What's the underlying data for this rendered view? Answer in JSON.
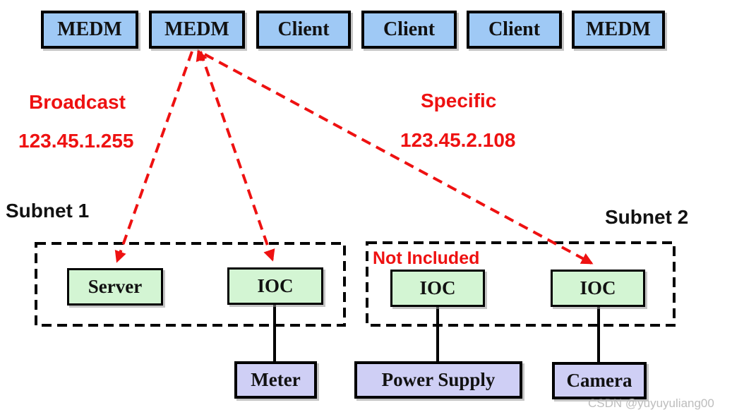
{
  "top_row": {
    "nodes": [
      {
        "label": "MEDM"
      },
      {
        "label": "MEDM"
      },
      {
        "label": "Client"
      },
      {
        "label": "Client"
      },
      {
        "label": "Client"
      },
      {
        "label": "MEDM"
      }
    ]
  },
  "annotations": {
    "broadcast_title": "Broadcast",
    "broadcast_address": "123.45.1.255",
    "specific_title": "Specific",
    "specific_address": "123.45.2.108",
    "not_included": "Not Included"
  },
  "subnet1": {
    "label": "Subnet 1",
    "nodes": [
      {
        "label": "Server"
      },
      {
        "label": "IOC"
      }
    ]
  },
  "subnet2": {
    "label": "Subnet 2",
    "nodes": [
      {
        "label": "IOC"
      },
      {
        "label": "IOC"
      }
    ]
  },
  "devices": [
    {
      "label": "Meter"
    },
    {
      "label": "Power Supply"
    },
    {
      "label": "Camera"
    }
  ],
  "watermark": "CSDN @yuyuyuliang00",
  "colors": {
    "node_blue": "#9fc9f5",
    "node_green": "#d3f5d3",
    "node_lavender": "#cfcff5",
    "arrow_red": "#ee1111",
    "line_black": "#000000",
    "watermark_gray": "#bdbdbd"
  }
}
